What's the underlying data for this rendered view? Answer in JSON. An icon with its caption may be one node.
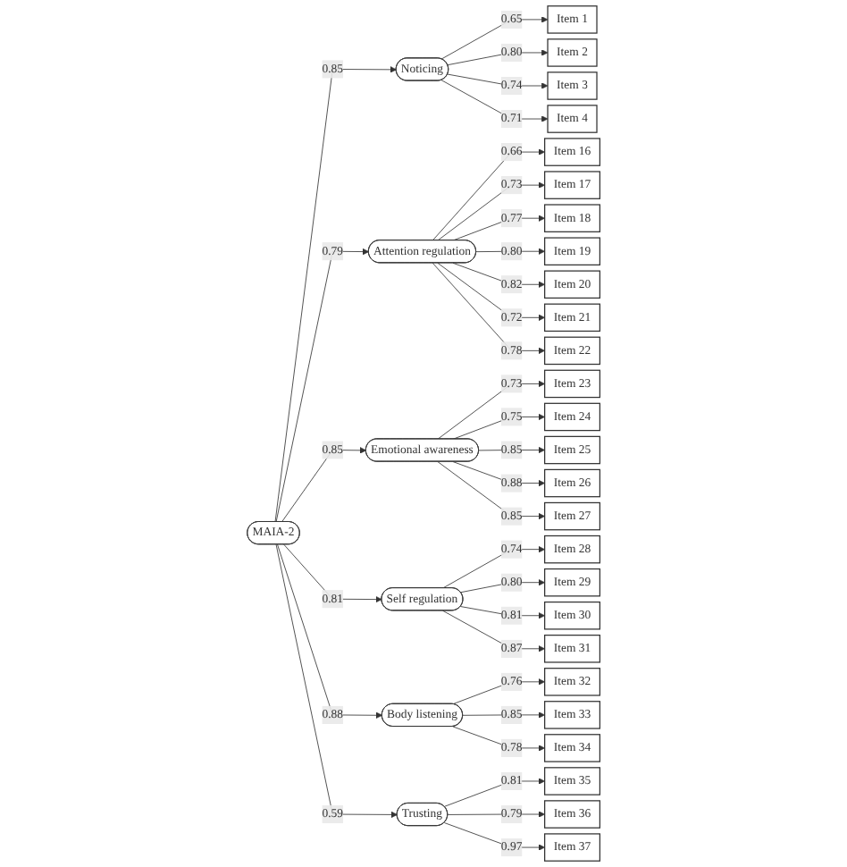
{
  "diagram": {
    "nodes": [
      {
        "text": [
          "MAIA-2"
        ]
      },
      {
        "text": [
          "Noticing"
        ]
      },
      {
        "text": [
          "Item 1"
        ]
      },
      {
        "text": [
          "Item 2"
        ]
      },
      {
        "text": [
          "Item 3"
        ]
      },
      {
        "text": [
          "Item 4"
        ]
      },
      {
        "text": [
          "Attention regulation"
        ]
      },
      {
        "text": [
          "Item 16"
        ]
      },
      {
        "text": [
          "Item 17"
        ]
      },
      {
        "text": [
          "Item 18"
        ]
      },
      {
        "text": [
          "Item 19"
        ]
      },
      {
        "text": [
          "Item 20"
        ]
      },
      {
        "text": [
          "Item 21"
        ]
      },
      {
        "text": [
          "Item 22"
        ]
      },
      {
        "text": [
          "Emotional awareness"
        ]
      },
      {
        "text": [
          "Item 23"
        ]
      },
      {
        "text": [
          "Item 24"
        ]
      },
      {
        "text": [
          "Item 25"
        ]
      },
      {
        "text": [
          "Item 26"
        ]
      },
      {
        "text": [
          "Item 27"
        ]
      },
      {
        "text": [
          "Self regulation"
        ]
      },
      {
        "text": [
          "Item 28"
        ]
      },
      {
        "text": [
          "Item 29"
        ]
      },
      {
        "text": [
          "Item 30"
        ]
      },
      {
        "text": [
          "Item 31"
        ]
      },
      {
        "text": [
          "Body listening"
        ]
      },
      {
        "text": [
          "Item 32"
        ]
      },
      {
        "text": [
          "Item 33"
        ]
      },
      {
        "text": [
          "Item 34"
        ]
      },
      {
        "text": [
          "Trusting"
        ]
      },
      {
        "text": [
          "Item 35"
        ]
      },
      {
        "text": [
          "Item 36"
        ]
      },
      {
        "text": [
          "Item 37"
        ]
      }
    ],
    "edges": [
      {
        "from": 0,
        "to": 1,
        "arrow": "to",
        "label": "0.85"
      },
      {
        "from": 0,
        "to": 6,
        "arrow": "to",
        "label": "0.79"
      },
      {
        "from": 0,
        "to": 14,
        "arrow": "to",
        "label": "0.85"
      },
      {
        "from": 0,
        "to": 20,
        "arrow": "to",
        "label": "0.81"
      },
      {
        "from": 0,
        "to": 25,
        "arrow": "to",
        "label": "0.88"
      },
      {
        "from": 0,
        "to": 29,
        "arrow": "to",
        "label": "0.59"
      },
      {
        "from": 1,
        "to": 2,
        "arrow": "to",
        "label": "0.65"
      },
      {
        "from": 1,
        "to": 3,
        "arrow": "to",
        "label": "0.80"
      },
      {
        "from": 1,
        "to": 4,
        "arrow": "to",
        "label": "0.74"
      },
      {
        "from": 1,
        "to": 5,
        "arrow": "to",
        "label": "0.71"
      },
      {
        "from": 6,
        "to": 7,
        "arrow": "to",
        "label": "0.66"
      },
      {
        "from": 6,
        "to": 8,
        "arrow": "to",
        "label": "0.73"
      },
      {
        "from": 6,
        "to": 9,
        "arrow": "to",
        "label": "0.77"
      },
      {
        "from": 6,
        "to": 10,
        "arrow": "to",
        "label": "0.80"
      },
      {
        "from": 6,
        "to": 11,
        "arrow": "to",
        "label": "0.82"
      },
      {
        "from": 6,
        "to": 12,
        "arrow": "to",
        "label": "0.72"
      },
      {
        "from": 6,
        "to": 13,
        "arrow": "to",
        "label": "0.78"
      },
      {
        "from": 14,
        "to": 15,
        "arrow": "to",
        "label": "0.73"
      },
      {
        "from": 14,
        "to": 16,
        "arrow": "to",
        "label": "0.75"
      },
      {
        "from": 14,
        "to": 17,
        "arrow": "to",
        "label": "0.85"
      },
      {
        "from": 14,
        "to": 18,
        "arrow": "to",
        "label": "0.88"
      },
      {
        "from": 14,
        "to": 19,
        "arrow": "to",
        "label": "0.85"
      },
      {
        "from": 20,
        "to": 21,
        "arrow": "to",
        "label": "0.74"
      },
      {
        "from": 20,
        "to": 22,
        "arrow": "to",
        "label": "0.80"
      },
      {
        "from": 20,
        "to": 23,
        "arrow": "to",
        "label": "0.81"
      },
      {
        "from": 20,
        "to": 24,
        "arrow": "to",
        "label": "0.87"
      },
      {
        "from": 25,
        "to": 26,
        "arrow": "to",
        "label": "0.76"
      },
      {
        "from": 25,
        "to": 27,
        "arrow": "to",
        "label": "0.85"
      },
      {
        "from": 25,
        "to": 28,
        "arrow": "to",
        "label": "0.78"
      },
      {
        "from": 29,
        "to": 30,
        "arrow": "to",
        "label": "0.81"
      },
      {
        "from": 29,
        "to": 31,
        "arrow": "to",
        "label": "0.79"
      },
      {
        "from": 29,
        "to": 32,
        "arrow": "to",
        "label": "0.97"
      }
    ]
  }
}
